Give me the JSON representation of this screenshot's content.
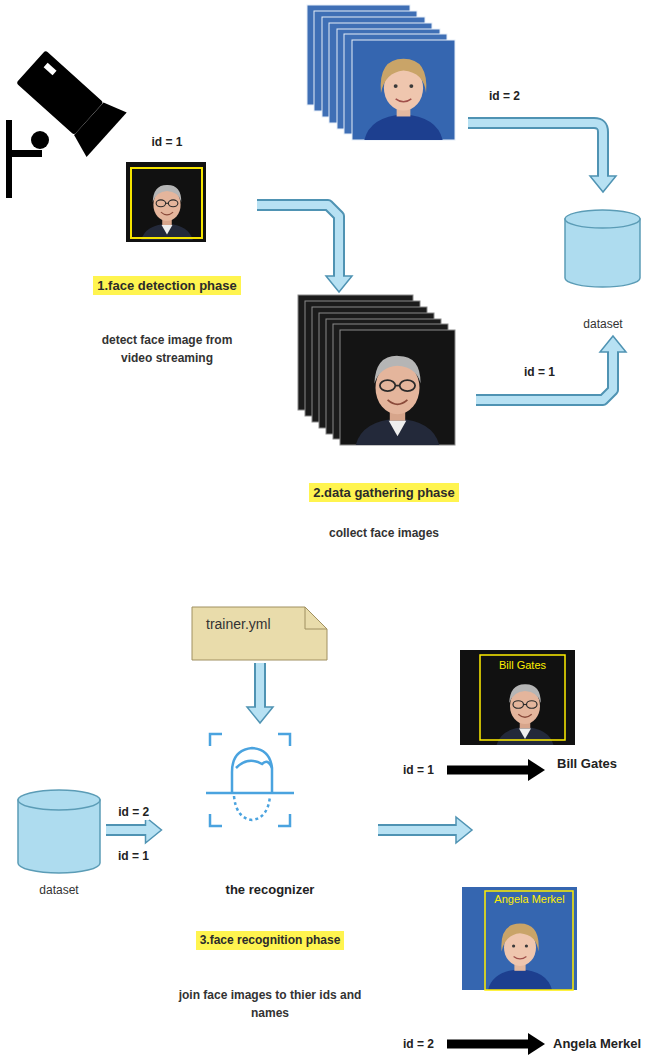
{
  "diagram": {
    "nodes": [
      {
        "text": [
          "id = 1",
          "1.face detection phase",
          "detect face image from video streaming"
        ]
      },
      {
        "text": [
          "2.data gathering phase",
          "collect face images"
        ]
      },
      {
        "text": [
          "dataset"
        ]
      },
      {
        "text": [
          "trainer.yml"
        ]
      },
      {
        "text": [
          "dataset"
        ]
      },
      {
        "text": [
          "the recognizer",
          "3.face recognition phase",
          "join face images to thier ids and names"
        ]
      },
      {
        "text": [
          "Bill Gates"
        ]
      },
      {
        "text": [
          "Angela Merkel"
        ]
      }
    ],
    "edges": [
      {
        "from": 0,
        "to": 1,
        "arrow": "to"
      },
      {
        "from": 1,
        "to": 2,
        "label": "id = 1",
        "arrow": "to"
      },
      {
        "from": 3,
        "to": 5,
        "arrow": "to"
      },
      {
        "from": 4,
        "to": 5,
        "label": "id = 2",
        "arrow": "to"
      }
    ],
    "labels": [
      "id = 2",
      "id = 1",
      "Bill Gates",
      "id = 1",
      "id = 2",
      "Angela Merkel"
    ]
  }
}
